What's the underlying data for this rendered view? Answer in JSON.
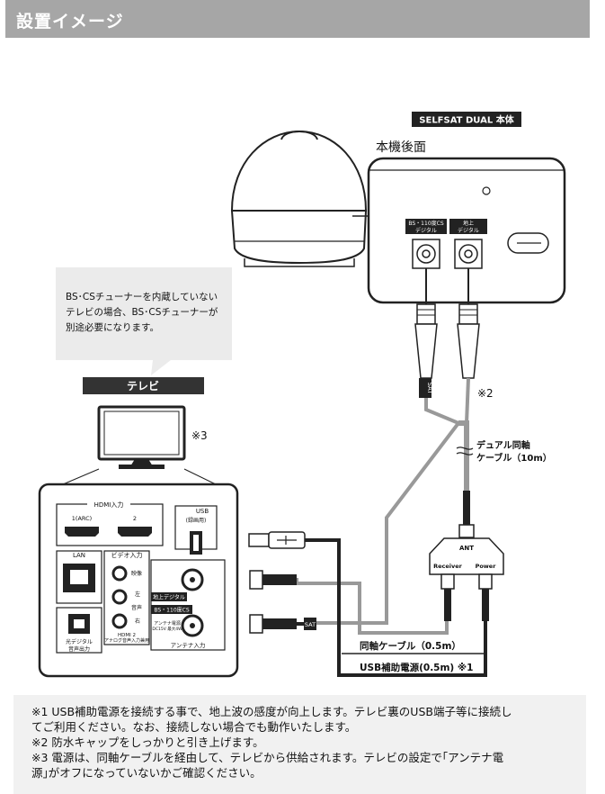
{
  "header": {
    "title": "設置イメージ"
  },
  "unit": {
    "name_badge": "SELFSAT DUAL 本体",
    "back_label": "本機後面",
    "port_bs": [
      "BS・110度CS",
      "デジタル"
    ],
    "port_terrestrial": [
      "地上",
      "デジタル"
    ]
  },
  "callout": {
    "lines": [
      "BS･CSチューナーを内蔵していない",
      "テレビの場合、BS･CSチューナーが",
      "別途必要になります。"
    ]
  },
  "tv": {
    "label": "テレビ",
    "note_mark": "※3"
  },
  "tv_panel": {
    "hdmi_group": "HDMI入力",
    "hdmi_1": "1(ARC)",
    "hdmi_2": "2",
    "usb_title": "USB",
    "usb_sub": "(録画用)",
    "lan": "LAN",
    "video_group": "ビデオ入力",
    "video_label": "映像",
    "audio_left": "左",
    "audio_label": "音声",
    "audio_right": "右",
    "hdmi2_note": [
      "HDMI 2",
      "アナログ音声入力兼用"
    ],
    "optical": [
      "光デジタル",
      "音声出力"
    ],
    "terrestrial": "地上デジタル",
    "bs_cs": "BS・110度CS",
    "antenna_input": "アンテナ入力",
    "power_note": [
      "アンテナ電源",
      "DC15V 最大4W"
    ]
  },
  "cables": {
    "sat_tag": "SAT",
    "waterproof_note": "※2",
    "dual_coax": [
      "デュアル同軸",
      "ケーブル（10m）"
    ],
    "splitter_ant": "ANT",
    "splitter_receiver": "Receiver",
    "splitter_power": "Power",
    "coax_short": "同軸ケーブル（0.5m）",
    "usb_power": "USB補助電源(0.5m) ※1"
  },
  "notes": [
    "※1 USB補助電源を接続する事で、地上波の感度が向上します。テレビ裏のUSB端子等に接続し",
    "てご利用ください。なお、接続しない場合でも動作いたします。",
    "※2 防水キャップをしっかりと引き上げます。",
    "※3 電源は、同軸ケーブルを経由して、テレビから供給されます。テレビの設定で｢アンテナ電",
    "源｣がオフになっていないかご確認ください。"
  ]
}
